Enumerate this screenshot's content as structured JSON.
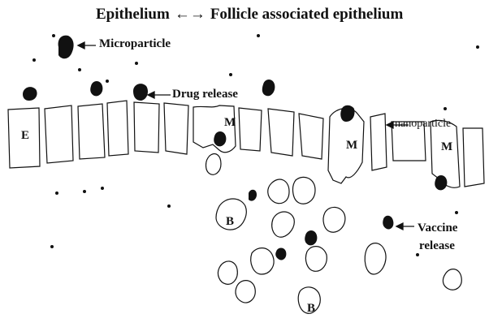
{
  "title": {
    "left": "Epithelium",
    "arrow": "←→",
    "right": "Follicle associated epithelium"
  },
  "labels": {
    "microparticle": "Microparticle",
    "drug_release": "Drug release",
    "nanoparticle": "nanoparticle",
    "vaccine_release_line1": "Vaccine",
    "vaccine_release_line2": "release",
    "epithelium_cell": "E",
    "m_cell": "M",
    "b_cell": "B"
  },
  "colors": {
    "ink": "#111111",
    "background": "#ffffff"
  }
}
